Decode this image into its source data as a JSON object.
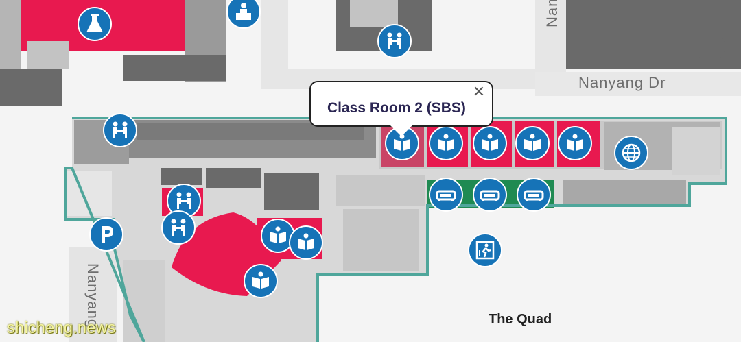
{
  "map": {
    "labels": {
      "street_top": "Nanyang Dr",
      "street_vertical_top": "Nanyang",
      "street_vertical_left": "Nanyang",
      "place": "The Quad"
    },
    "popup": {
      "title": "Class Room 2 (SBS)",
      "close_symbol": "✕"
    },
    "watermark": "shicheng.news",
    "colors": {
      "building_outline": "#4fa69b",
      "poi_blue": "#1673b7",
      "room_highlight": "#e8194f",
      "selected_room": "#c94466",
      "lounge_green": "#1f8a52",
      "dark_building": "#6a6a6a"
    },
    "pois": [
      {
        "icon": "lab-flask-icon"
      },
      {
        "icon": "reception-desk-icon"
      },
      {
        "icon": "meeting-room-icon"
      },
      {
        "icon": "meeting-room-icon"
      },
      {
        "icon": "classroom-book-icon"
      },
      {
        "icon": "classroom-book-icon"
      },
      {
        "icon": "classroom-book-icon"
      },
      {
        "icon": "classroom-book-icon"
      },
      {
        "icon": "classroom-book-icon"
      },
      {
        "icon": "globe-icon"
      },
      {
        "icon": "lounge-sofa-icon"
      },
      {
        "icon": "lounge-sofa-icon"
      },
      {
        "icon": "lounge-sofa-icon"
      },
      {
        "icon": "parking-icon"
      },
      {
        "icon": "meeting-room-icon"
      },
      {
        "icon": "meeting-room-icon"
      },
      {
        "icon": "classroom-book-icon"
      },
      {
        "icon": "classroom-book-icon"
      },
      {
        "icon": "classroom-book-icon"
      },
      {
        "icon": "emergency-exit-icon"
      }
    ]
  }
}
